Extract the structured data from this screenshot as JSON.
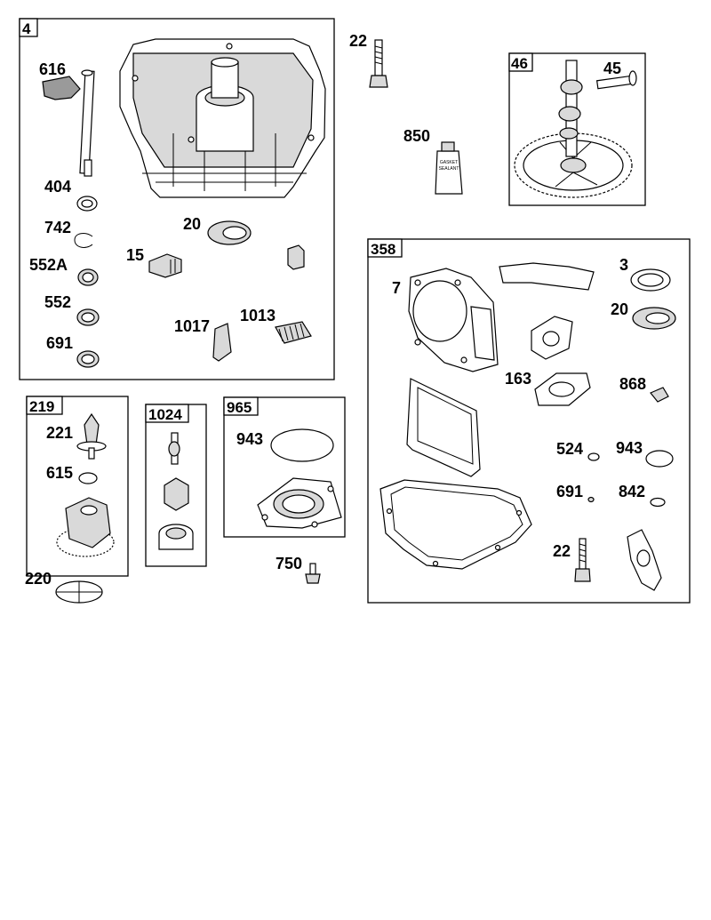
{
  "boxes": {
    "box_4": "4",
    "box_46": "46",
    "box_358": "358",
    "box_219": "219",
    "box_1024": "1024",
    "box_965": "965"
  },
  "labels": {
    "p616": "616",
    "p404": "404",
    "p742": "742",
    "p552a": "552A",
    "p552": "552",
    "p691": "691",
    "p15": "15",
    "p20": "20",
    "p1017": "1017",
    "p1013": "1013",
    "p22_top": "22",
    "p850": "850",
    "p45": "45",
    "p7": "7",
    "p3": "3",
    "p20_b": "20",
    "p163": "163",
    "p868": "868",
    "p524": "524",
    "p943_b": "943",
    "p691_b": "691",
    "p842": "842",
    "p22_b": "22",
    "p221": "221",
    "p615": "615",
    "p220": "220",
    "p943": "943",
    "p750": "750"
  },
  "sealant_text": [
    "GASKET",
    "SEALANT"
  ]
}
